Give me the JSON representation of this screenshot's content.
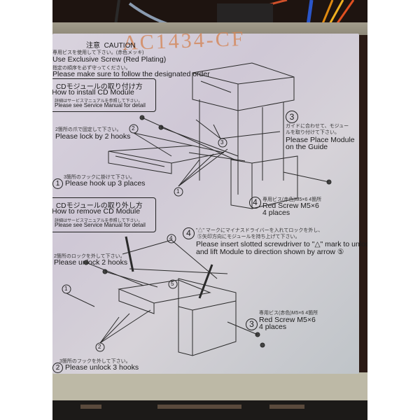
{
  "scene": {
    "description": "Photo of a metal instruction plate on a car CD changer unit",
    "handwriting": "AC1434-CF"
  },
  "caution": {
    "title_jp": "注意",
    "title_en": "CAUTION",
    "line1_jp": "専用ビスを使用して下さい。(赤色メッキ)",
    "line1_en": "Use Exclusive Screw (Red Plating)",
    "line2_jp": "指定の順序を必ず守ってください。",
    "line2_en": "Please make sure to follow the designated order"
  },
  "install": {
    "title_jp": "CDモジュールの取り付け方",
    "title_en": "How to install CD Module",
    "note_jp": "詳細はサービスマニュアルを参照して下さい。",
    "note_en": "Please see Service Manual for detail",
    "steps": [
      {
        "num": "1",
        "jp": "3箇所のフックに掛けて下さい。",
        "en": "Please hook up 3 places"
      },
      {
        "num": "2",
        "jp": "2箇所の爪で固定して下さい。",
        "en": "Please lock by 2 hooks"
      },
      {
        "num": "3",
        "jp": "ガイドに合わせて、モジュールを取り付けて下さい。",
        "en1": "Please Place Module",
        "en2": "on the Guide"
      },
      {
        "num": "4",
        "jp": "専用ビス(赤色)M5×6 4箇所",
        "en1": "Red Screw M5×6",
        "en2": "4 places"
      }
    ]
  },
  "remove": {
    "title_jp": "CDモジュールの取り外し方",
    "title_en": "How to remove CD Module",
    "note_jp": "詳細はサービスマニュアルを参照して下さい。",
    "note_en": "Please see Service Manual for detail",
    "steps": [
      {
        "num": "1",
        "jp": "2箇所のロックを外して下さい。",
        "en": "Please unlock 2 hooks"
      },
      {
        "num": "2",
        "jp": "3箇所のフックを外して下さい。",
        "en": "Please unlock 3 hooks"
      },
      {
        "num": "3",
        "jp": "専用ビス(赤色)M5×6 4箇所",
        "en1": "Red Screw M5×6",
        "en2": "4 places"
      },
      {
        "num": "4",
        "jp1": "\"△\" マークにマイナスドライバーを入れてロックを外し、",
        "jp2": "⑤矢印方向にモジュールを持ち上げて下さい。",
        "en1": "Please insert slotted screwdriver to \"△\" mark to unlock,",
        "en2": "and lift Module to direction shown by arrow ⑤"
      }
    ]
  },
  "callouts": {
    "c1": "1",
    "c2": "2",
    "c3": "3",
    "c4": "4",
    "c5": "5"
  }
}
